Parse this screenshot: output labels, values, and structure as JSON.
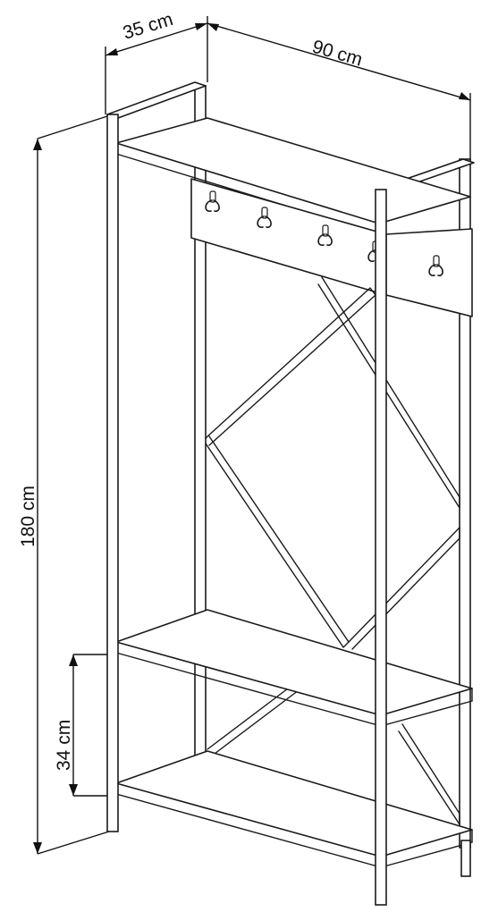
{
  "dimensions": {
    "depth": "35 cm",
    "width": "90 cm",
    "height": "180 cm",
    "shelf_gap": "34 cm"
  },
  "coat_rack": {
    "hook_count": 5
  }
}
